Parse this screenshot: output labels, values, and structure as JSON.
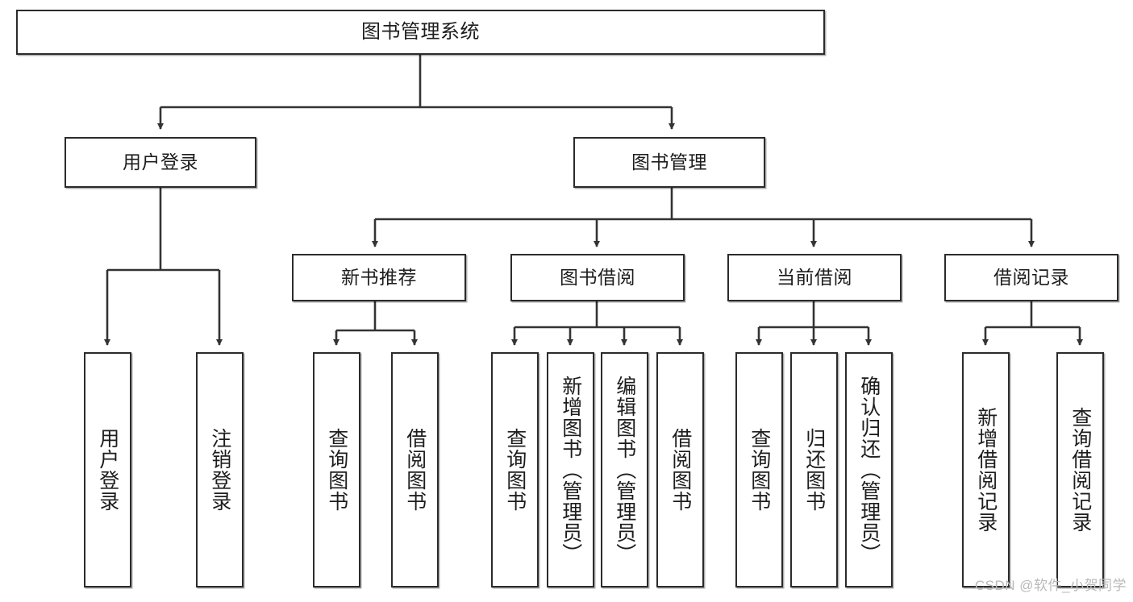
{
  "diagram": {
    "title": "图书管理系统",
    "type": "tree-hierarchy-chart",
    "watermark": "CSDN @软件_小贺同学",
    "colors": {
      "node_border": "#2b2b2b",
      "node_fill": "#ffffff",
      "edge": "#333333",
      "text": "#1d1d1d",
      "watermark": "#b9b9b9"
    },
    "nodes": {
      "root": {
        "label": "图书管理系统"
      },
      "level2": [
        {
          "id": "user-login",
          "label": "用户登录"
        },
        {
          "id": "book-manage",
          "label": "图书管理"
        }
      ],
      "level3": [
        {
          "id": "new-book-rec",
          "label": "新书推荐"
        },
        {
          "id": "book-borrow",
          "label": "图书借阅"
        },
        {
          "id": "current-borrow",
          "label": "当前借阅"
        },
        {
          "id": "borrow-record",
          "label": "借阅记录"
        }
      ],
      "leaves": [
        {
          "id": "leaf-user-login",
          "label": "用户登录",
          "parent": "user-login"
        },
        {
          "id": "leaf-logout-login",
          "label": "注销登录",
          "parent": "user-login"
        },
        {
          "id": "leaf-query-book-1",
          "label": "查询图书",
          "parent": "new-book-rec"
        },
        {
          "id": "leaf-borrow-book-1",
          "label": "借阅图书",
          "parent": "new-book-rec"
        },
        {
          "id": "leaf-query-book-2",
          "label": "查询图书",
          "parent": "book-borrow"
        },
        {
          "id": "leaf-add-book",
          "label": "新增图书（管理员）",
          "parent": "book-borrow"
        },
        {
          "id": "leaf-edit-book",
          "label": "编辑图书（管理员）",
          "parent": "book-borrow"
        },
        {
          "id": "leaf-borrow-book-2",
          "label": "借阅图书",
          "parent": "book-borrow"
        },
        {
          "id": "leaf-query-book-3",
          "label": "查询图书",
          "parent": "current-borrow"
        },
        {
          "id": "leaf-return-book",
          "label": "归还图书",
          "parent": "current-borrow"
        },
        {
          "id": "leaf-confirm-return",
          "label": "确认归还（管理员）",
          "parent": "current-borrow"
        },
        {
          "id": "leaf-add-record",
          "label": "新增借阅记录",
          "parent": "borrow-record"
        },
        {
          "id": "leaf-query-record",
          "label": "查询借阅记录",
          "parent": "borrow-record"
        }
      ]
    }
  }
}
